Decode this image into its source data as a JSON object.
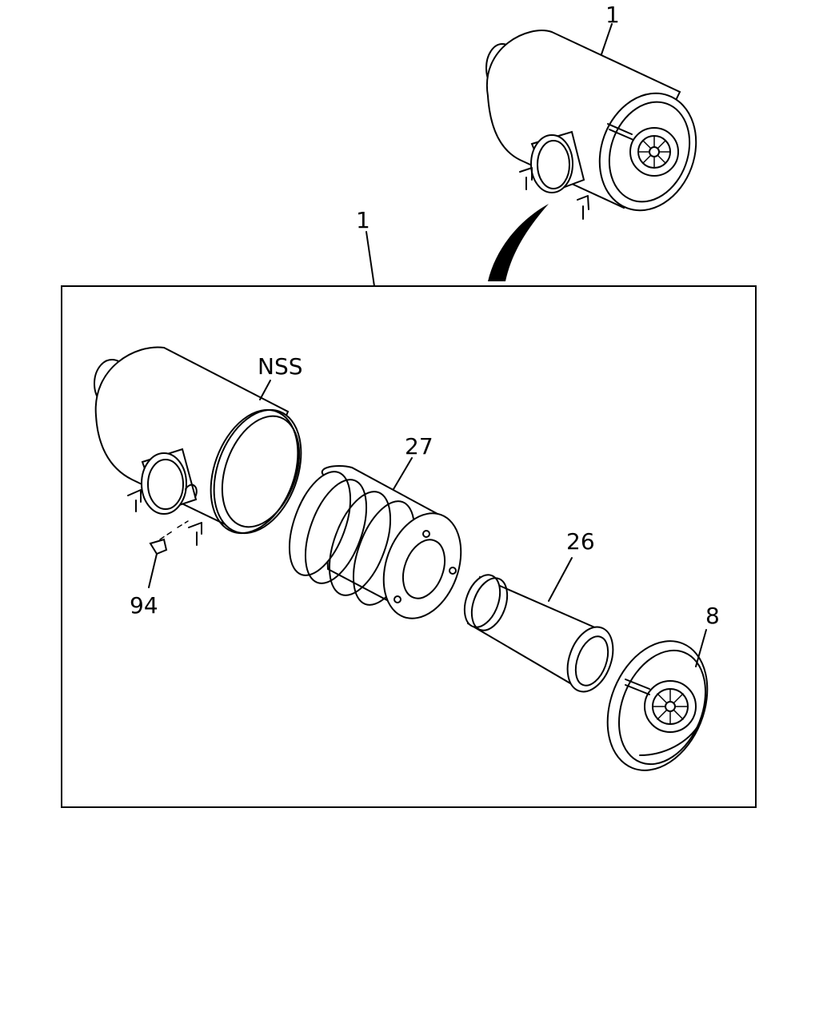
{
  "callouts": {
    "assembly_top": "1",
    "assembly_box": "1",
    "housing": "NSS",
    "outer_element": "27",
    "inner_element": "26",
    "cover": "8",
    "sensor": "94"
  }
}
